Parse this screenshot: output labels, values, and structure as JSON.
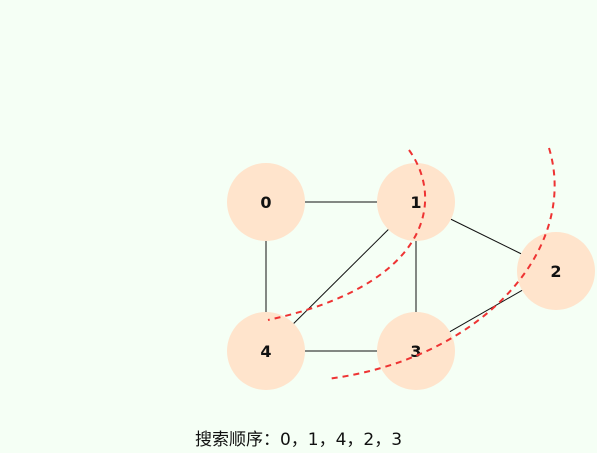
{
  "graph": {
    "nodes": [
      {
        "id": "0",
        "label": "0"
      },
      {
        "id": "1",
        "label": "1"
      },
      {
        "id": "2",
        "label": "2"
      },
      {
        "id": "3",
        "label": "3"
      },
      {
        "id": "4",
        "label": "4"
      }
    ],
    "edges": [
      [
        "0",
        "1"
      ],
      [
        "0",
        "4"
      ],
      [
        "1",
        "2"
      ],
      [
        "1",
        "3"
      ],
      [
        "1",
        "4"
      ],
      [
        "2",
        "3"
      ],
      [
        "3",
        "4"
      ]
    ],
    "colors": {
      "node_fill": "#ffe4cc",
      "edge_stroke": "#111111",
      "search_arc": "#ee3333",
      "background": "#f5fff5"
    }
  },
  "caption": "搜索顺序：0，1，4，2，3"
}
